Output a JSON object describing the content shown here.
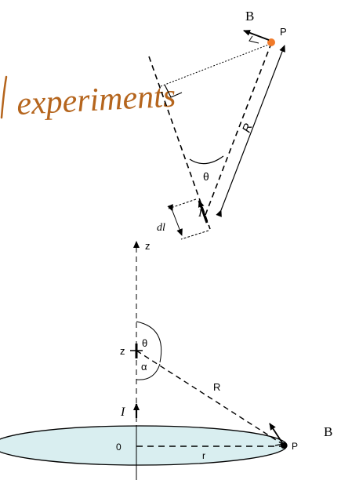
{
  "handwriting": {
    "text": "experiments",
    "color": "#b5651d"
  },
  "top_diagram": {
    "point_label": "P",
    "field_label": "B",
    "distance_label": "R",
    "angle_label": "θ",
    "current_label": "I",
    "element_label": "dl",
    "point_color": "#f07a2a"
  },
  "bottom_diagram": {
    "axis_label": "z",
    "height_label": "z",
    "angle_theta_label": "θ",
    "angle_alpha_label": "α",
    "distance_label": "R",
    "current_label": "I",
    "origin_label": "0",
    "radius_label": "r",
    "point_label": "P",
    "field_label": "B",
    "disk_fill": "#d9eef0"
  }
}
